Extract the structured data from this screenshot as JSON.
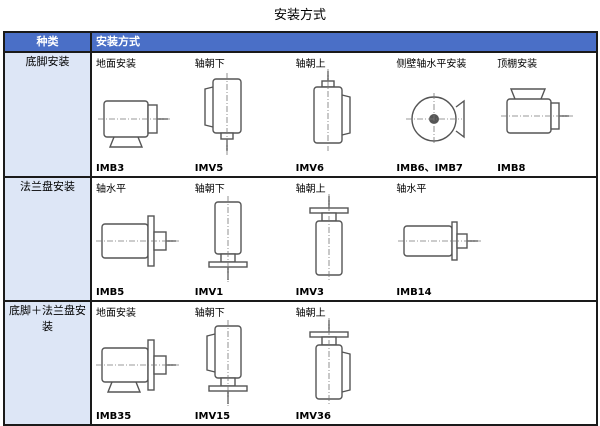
{
  "title": "安装方式",
  "header": {
    "kind": "种类",
    "modes": "安装方式"
  },
  "rows": [
    {
      "kind": "底脚安装",
      "cells": [
        {
          "label": "地面安装",
          "code": "IMB3",
          "icon": "horizontal-foot-motor-icon"
        },
        {
          "label": "轴朝下",
          "code": "IMV5",
          "icon": "vertical-foot-motor-shaft-down-icon"
        },
        {
          "label": "轴朝上",
          "code": "IMV6",
          "icon": "vertical-foot-motor-shaft-up-icon"
        },
        {
          "label": "侧壁轴水平安装",
          "code": "IMB6、IMB7",
          "icon": "wall-mounted-motor-icon"
        },
        {
          "label": "顶棚安装",
          "code": "IMB8",
          "icon": "ceiling-mounted-motor-icon"
        }
      ]
    },
    {
      "kind": "法兰盘安装",
      "cells": [
        {
          "label": "轴水平",
          "code": "IMB5",
          "icon": "horizontal-flange-motor-icon"
        },
        {
          "label": "轴朝下",
          "code": "IMV1",
          "icon": "vertical-flange-motor-shaft-down-icon"
        },
        {
          "label": "轴朝上",
          "code": "IMV3",
          "icon": "vertical-flange-motor-shaft-up-icon"
        },
        {
          "label": "轴水平",
          "code": "IMB14",
          "icon": "horizontal-small-flange-motor-icon"
        }
      ]
    },
    {
      "kind": "底脚＋法兰盘安装",
      "cells": [
        {
          "label": "地面安装",
          "code": "IMB35",
          "icon": "horizontal-foot-flange-motor-icon"
        },
        {
          "label": "轴朝下",
          "code": "IMV15",
          "icon": "vertical-foot-flange-motor-shaft-down-icon"
        },
        {
          "label": "轴朝上",
          "code": "IMV36",
          "icon": "vertical-foot-flange-motor-shaft-up-icon"
        }
      ]
    }
  ]
}
